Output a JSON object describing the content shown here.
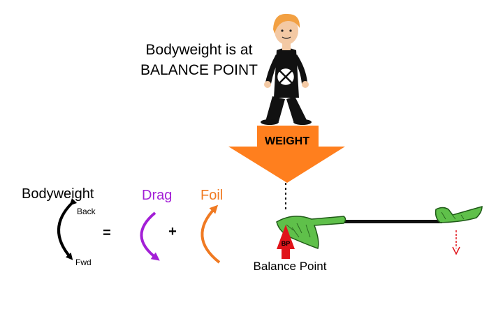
{
  "caption": {
    "line1": "Bodyweight is at",
    "line2": "BALANCE POINT"
  },
  "weight_arrow": {
    "label": "WEIGHT",
    "color": "#ff7f1e"
  },
  "equation": {
    "bodyweight_label": "Bodyweight",
    "back_label": "Back",
    "fwd_label": "Fwd",
    "equals": "=",
    "plus": "+",
    "drag_label": "Drag",
    "drag_color": "#a31fd6",
    "foil_label": "Foil",
    "foil_color": "#f07a22"
  },
  "foil": {
    "bp_marker": "BP",
    "balance_point_label": "Balance Point",
    "wing_color": "#5fc04a",
    "marker_color": "#e0141a"
  },
  "icons": [
    "person-icon",
    "balance-point-cross-icon",
    "down-arrow-icon"
  ]
}
